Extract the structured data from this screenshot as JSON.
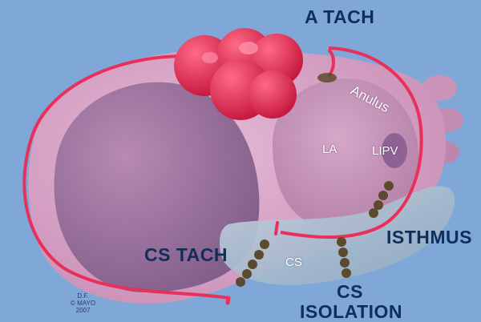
{
  "labels": {
    "a_tach": "A TACH",
    "anulus": "Anulus",
    "la": "LA",
    "lipv": "LIPV",
    "isthmus": "ISTHMUS",
    "cs_tach": "CS TACH",
    "cs": "CS",
    "cs_isolation_line1": "CS",
    "cs_isolation_line2": "ISOLATION",
    "credit_line1": "D.F.",
    "credit_line2": "© MAYO",
    "credit_line3": "2007"
  },
  "colors": {
    "background": "#7fa8d8",
    "heart": "#d8a4c8",
    "aneurysm": "#e8264e",
    "catheter": "#e8305a",
    "coronary_sinus": "#a8bccf",
    "ablation_lesion": "#5c4a2e",
    "label_dark": "#0f2e5a",
    "label_light": "#ffffff"
  }
}
